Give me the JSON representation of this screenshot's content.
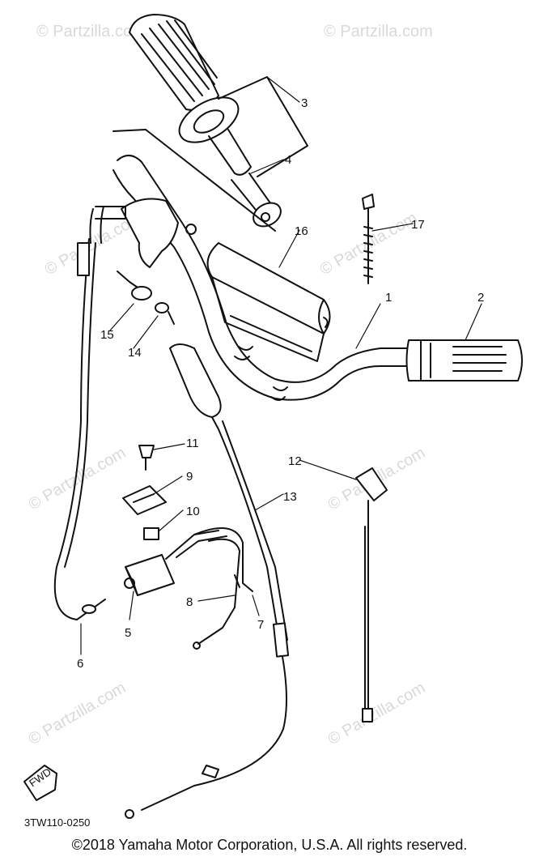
{
  "watermark": "© Partzilla.com",
  "callouts": [
    "1",
    "2",
    "3",
    "4",
    "5",
    "6",
    "7",
    "8",
    "9",
    "10",
    "11",
    "12",
    "13",
    "14",
    "15",
    "16",
    "17"
  ],
  "arrow_label": "FWD",
  "diagram_code": "3TW110-0250",
  "copyright": "©2018 Yamaha Motor Corporation, U.S.A. All rights reserved."
}
